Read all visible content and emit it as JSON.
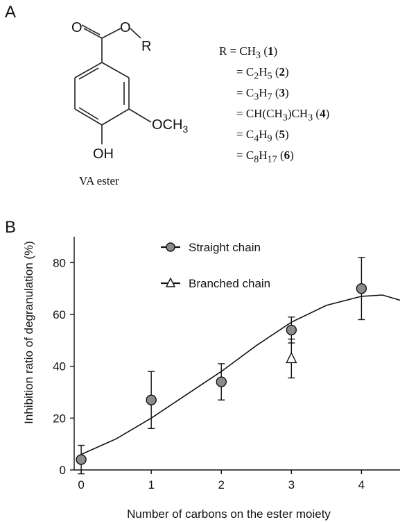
{
  "panel_a": {
    "letter": "A",
    "structure_labels": {
      "carbonyl_o": "O",
      "ester_o": "O",
      "r_group": "R",
      "methoxy": "OCH",
      "methoxy_sub": "3",
      "hydroxyl": "OH"
    },
    "caption": "VA ester",
    "r_lines": [
      {
        "prefix": "R  = CH",
        "sub1": "3",
        "mid": "",
        "sub2": "",
        "tail": "  (",
        "num": "1",
        "close": ")"
      },
      {
        "prefix": "= C",
        "sub1": "2",
        "mid": "H",
        "sub2": "5",
        "tail": " (",
        "num": "2",
        "close": ")"
      },
      {
        "prefix": "= C",
        "sub1": "3",
        "mid": "H",
        "sub2": "7",
        "tail": " (",
        "num": "3",
        "close": ")"
      },
      {
        "prefix": "= CH(CH",
        "sub1": "3",
        "mid": ")CH",
        "sub2": "3",
        "tail": " (",
        "num": "4",
        "close": ")"
      },
      {
        "prefix": "= C",
        "sub1": "4",
        "mid": "H",
        "sub2": "9",
        "tail": " (",
        "num": "5",
        "close": ")"
      },
      {
        "prefix": "= C",
        "sub1": "8",
        "mid": "H",
        "sub2": "17",
        "tail": " (",
        "num": "6",
        "close": ")"
      }
    ]
  },
  "panel_b": {
    "letter": "B"
  },
  "chart_data": {
    "type": "scatter",
    "xlabel": "Number of carbons on the ester moiety",
    "ylabel": "Inhibition ratio of degranulation (%)",
    "xlim": [
      -0.1,
      4.55
    ],
    "ylim": [
      0,
      90
    ],
    "xticks": [
      0,
      1,
      2,
      3,
      4
    ],
    "yticks": [
      0,
      20,
      40,
      60,
      80
    ],
    "legend_position": "top-center",
    "series": [
      {
        "name": "Straight chain",
        "marker": "circle",
        "color": "#8c8c8c",
        "points": [
          {
            "x": 0,
            "y": 4,
            "err": 5.5
          },
          {
            "x": 1,
            "y": 27,
            "err": 11
          },
          {
            "x": 2,
            "y": 34,
            "err": 7
          },
          {
            "x": 3,
            "y": 54,
            "err": 5
          },
          {
            "x": 4,
            "y": 70,
            "err": 12
          }
        ]
      },
      {
        "name": "Branched chain",
        "marker": "triangle",
        "color": "#ffffff",
        "points": [
          {
            "x": 3,
            "y": 43,
            "err": 7.5
          }
        ]
      }
    ],
    "fit_curve": {
      "x": [
        0,
        0.5,
        1,
        1.5,
        2,
        2.5,
        3,
        3.5,
        4,
        4.3,
        4.55
      ],
      "y": [
        6,
        12,
        20,
        29,
        38,
        48,
        57,
        63.5,
        67,
        67.5,
        65.5
      ]
    }
  }
}
